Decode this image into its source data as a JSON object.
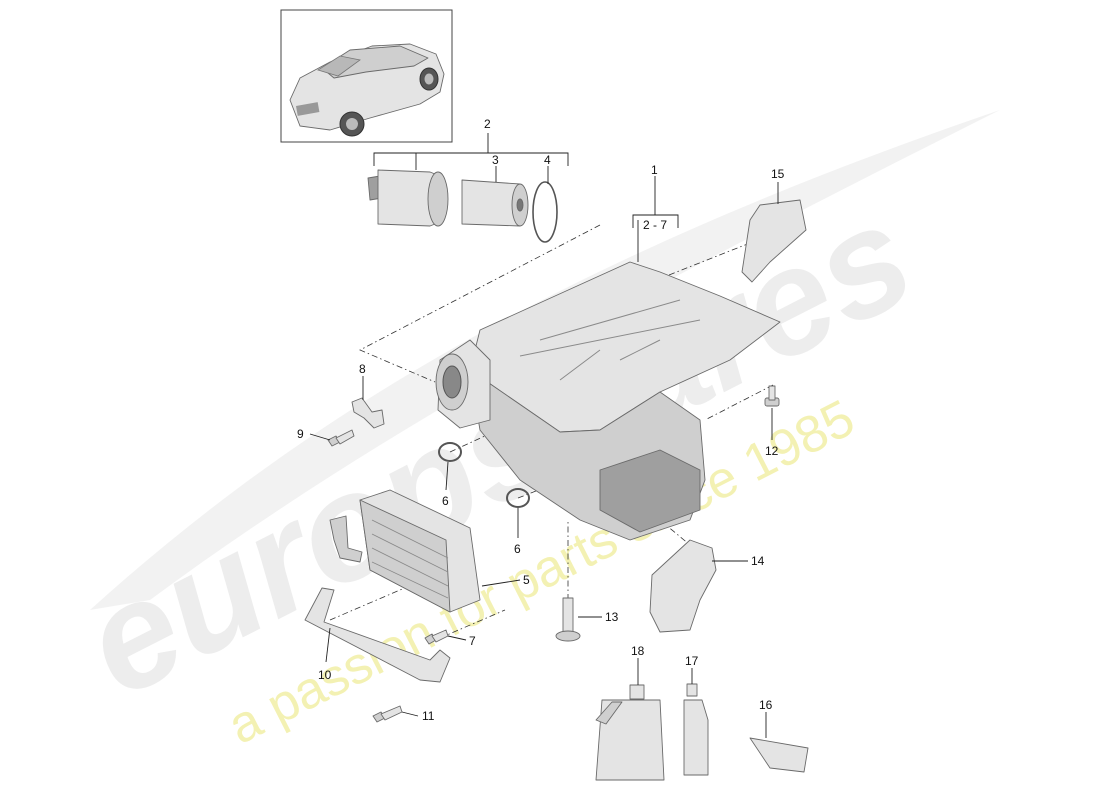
{
  "watermark": {
    "brand": "europspares",
    "tagline": "a passion for parts since 1985"
  },
  "callouts": {
    "c1": "1",
    "c2": "2",
    "c3": "3",
    "c4": "4",
    "c5": "5",
    "c6a": "6",
    "c6b": "6",
    "c7": "7",
    "c8": "8",
    "c9": "9",
    "c10": "10",
    "c11": "11",
    "c12": "12",
    "c13": "13",
    "c14": "14",
    "c15": "15",
    "c16": "16",
    "c17": "17",
    "c18": "18",
    "range": "2 - 7"
  },
  "colors": {
    "watermark_gray": "#e9e9e9",
    "watermark_yellow": "#f2efa6",
    "part_fill": "#e4e4e4",
    "line": "#222222"
  }
}
